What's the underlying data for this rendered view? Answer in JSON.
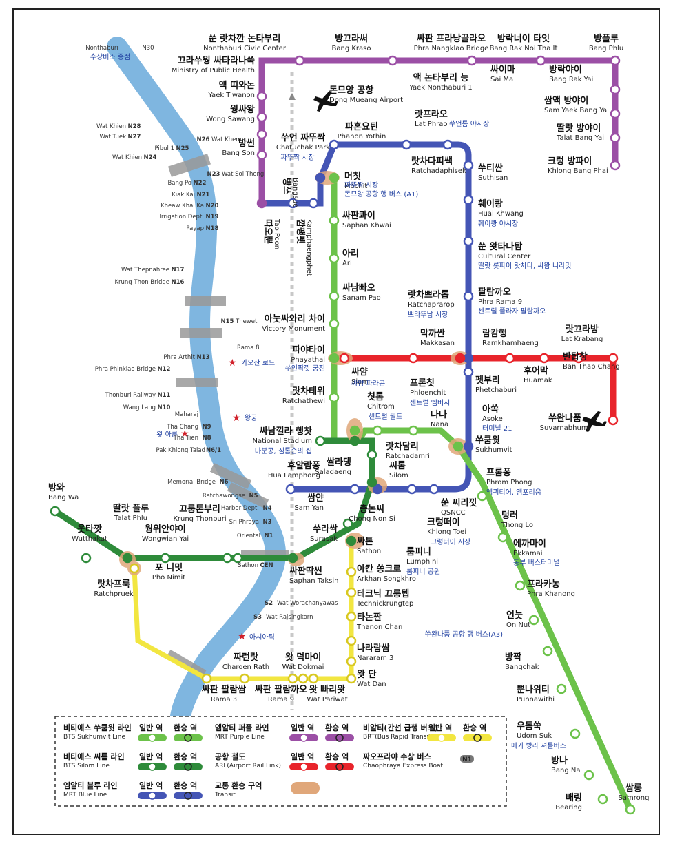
{
  "lines": {
    "purple": {
      "name_ko": "엠알티 퍼플 라인",
      "name_en": "MRT Purple Line",
      "color": "#9b4fa5"
    },
    "sukhumvit": {
      "name_ko": "비티에스 쑤쿰윗 라인",
      "name_en": "BTS Sukhumvit Line",
      "color": "#6cc24a"
    },
    "silom": {
      "name_ko": "비티에스 씨롬 라인",
      "name_en": "BTS Silom Line",
      "color": "#2e8b3a"
    },
    "blue": {
      "name_ko": "엠알티 블루 라인",
      "name_en": "MRT Blue Line",
      "color": "#4455b5"
    },
    "arl": {
      "name_ko": "공항 철도",
      "name_en": "ARL(Airport Rail Link)",
      "color": "#e8242b"
    },
    "brt": {
      "name_ko": "비알티(간선 급행 버스)",
      "name_en": "BRT(Bus Rapid Transit)",
      "color": "#f2e640"
    },
    "boat": {
      "name_ko": "짜오프라야 수상 버스",
      "name_en": "Chaophraya Express Boat",
      "color": "#7fb6e0"
    },
    "transit": {
      "name_ko": "교통 환승 구역",
      "name_en": "Transit",
      "color": "#e0a77a"
    }
  },
  "stations": {
    "nonthaburi_civic": {
      "ko": "쑨 랏차깐 논타부리",
      "en": "Nonthaburi Civic Center"
    },
    "bang_kraso": {
      "ko": "방끄라써",
      "en": "Bang Kraso"
    },
    "phra_nangklao": {
      "ko": "싸판 프라낭끌라오",
      "en": "Phra Nangklao Bridge"
    },
    "bang_rak_noi": {
      "ko": "방락너이 타잇",
      "en": "Bang Rak Noi Tha It"
    },
    "bang_phlu": {
      "ko": "방플루",
      "en": "Bang Phlu"
    },
    "ministry": {
      "ko": "끄라쑤웡 싸타라나쑥",
      "en": "Ministry of Public Health"
    },
    "yaek_nonthaburi": {
      "ko": "액 논타부리 능",
      "en": "Yaek Nonthaburi 1"
    },
    "sai_ma": {
      "ko": "싸이마",
      "en": "Sai Ma"
    },
    "bang_rak_yai": {
      "ko": "방락야이",
      "en": "Bang Rak Yai"
    },
    "yaek_tiwanon": {
      "ko": "액 띠와논",
      "en": "Yaek Tiwanon"
    },
    "wong_sawang": {
      "ko": "웡싸왕",
      "en": "Wong Sawang"
    },
    "bang_son": {
      "ko": "방썬",
      "en": "Bang Son"
    },
    "sam_yaek": {
      "ko": "쌈액 방야이",
      "en": "Sam Yaek Bang Yai"
    },
    "talat_bang_yai": {
      "ko": "딸랏 방야이",
      "en": "Talat Bang Yai"
    },
    "khlong_bang_phai": {
      "ko": "크렁 방파이",
      "en": "Khlong Bang Phai"
    },
    "tao_poon": {
      "ko": "따오뿐",
      "en": "Tao Poon"
    },
    "bang_sue": {
      "ko": "방쓰",
      "en": "Bangsue"
    },
    "kamphaengphet": {
      "ko": "깜팽펫",
      "en": "Kamphaengphet"
    },
    "chatuchak": {
      "ko": "쑤언 짜뚜짝",
      "en": "Chatuchak Park"
    },
    "chatuchak_note": "짜뚜짝 시장",
    "mochit": {
      "ko": "머칫",
      "en": "Mochit"
    },
    "mochit_note1": "짜뚜짝 시장",
    "mochit_note2": "돈므앙 공항 행 버스 (A1)",
    "phahon_yothin": {
      "ko": "파혼요틴",
      "en": "Phahon Yothin"
    },
    "lat_phrao": {
      "ko": "랏프라오",
      "en": "Lat Phrao"
    },
    "lat_phrao_note": "쑤언롬 야시장",
    "ratchadaphisek": {
      "ko": "랏차다피쌕",
      "en": "Ratchadaphisek"
    },
    "suthisan": {
      "ko": "쑤티싼",
      "en": "Suthisan"
    },
    "huai_khwang": {
      "ko": "훼이쾅",
      "en": "Huai Khwang"
    },
    "huai_khwang_note": "훼이쾅 야시장",
    "cultural_center": {
      "ko": "쑨 왓타나탐",
      "en": "Cultural Center"
    },
    "cultural_note": "딸랏 롯파이 랏차다, 싸왐 니라밋",
    "phra_ram9": {
      "ko": "팔람까오",
      "en": "Phra Rama 9"
    },
    "phra_ram9_note": "센트럴 플라자 팔람까오",
    "saphan_khwai": {
      "ko": "싸판콰이",
      "en": "Saphan Khwai"
    },
    "ari": {
      "ko": "아리",
      "en": "Ari"
    },
    "sanam_pao": {
      "ko": "싸남빠오",
      "en": "Sanam Pao"
    },
    "victory": {
      "ko": "아눗싸와리 차이",
      "en": "Victory Monument"
    },
    "phayathai": {
      "ko": "파야타이",
      "en": "Phayathai"
    },
    "phayathai_note": "쑤언팍깟 궁전",
    "ratchaprarop": {
      "ko": "랏차쁘라롭",
      "en": "Ratchaprarop"
    },
    "ratchaprarop_note": "쁘라뚜남 시장",
    "makkasan": {
      "ko": "막까싼",
      "en": "Makkasan"
    },
    "ramkhamhaeng": {
      "ko": "람캄행",
      "en": "Ramkhamhaeng"
    },
    "lat_krabang": {
      "ko": "랏끄라방",
      "en": "Lat Krabang"
    },
    "huamak": {
      "ko": "후어막",
      "en": "Huamak"
    },
    "ban_thap_chang": {
      "ko": "반탑창",
      "en": "Ban Thap Chang"
    },
    "suvarnabhumi": {
      "ko": "쑤완나품",
      "en": "Suvarnabhumi"
    },
    "ratchathewi": {
      "ko": "랏차테위",
      "en": "Ratchathewi"
    },
    "siam": {
      "ko": "싸얌",
      "en": "Siam"
    },
    "siam_note": "싸얌 파라곤",
    "chitrom": {
      "ko": "칫롬",
      "en": "Chitrom"
    },
    "chitrom_note": "센트럴 월드",
    "phloenchit": {
      "ko": "프론칫",
      "en": "Phloenchit"
    },
    "phloenchit_note": "센트럴 엠버시",
    "phetchaburi": {
      "ko": "펫부리",
      "en": "Phetchaburi"
    },
    "nana": {
      "ko": "나나",
      "en": "Nana"
    },
    "asoke": {
      "ko": "아쏙",
      "en": "Asoke"
    },
    "asoke_note": "터미널 21",
    "sukhumvit": {
      "ko": "쑤쿰윗",
      "en": "Sukhumvit"
    },
    "national_stadium": {
      "ko": "싸남낄라 행찻",
      "en": "National Stadium"
    },
    "national_note": "마분콩, 짐톰슨의 집",
    "ratchadamri": {
      "ko": "랏차담리",
      "en": "Ratchadamri"
    },
    "hua_lamphong": {
      "ko": "후알람퐁",
      "en": "Hua Lamphong"
    },
    "saladaeng": {
      "ko": "쌀라댕",
      "en": "Saladaeng"
    },
    "silom": {
      "ko": "씨롬",
      "en": "Silom"
    },
    "sam_yan": {
      "ko": "쌈얀",
      "en": "Sam Yan"
    },
    "chong_nonsi": {
      "ko": "총논씨",
      "en": "Chong Non Si"
    },
    "surasak": {
      "ko": "쑤라싹",
      "en": "Surasak"
    },
    "sathon": {
      "ko": "싸톤",
      "en": "Sathon"
    },
    "saphan_taksin": {
      "ko": "싸판딱씬",
      "en": "Saphan Taksin"
    },
    "qsncc": {
      "ko": "쑨 씨리낏",
      "en": "QSNCC"
    },
    "khlong_toei": {
      "ko": "크렁떠이",
      "en": "Khlong Toei"
    },
    "khlong_toei_note": "크렁터이 시장",
    "lumphini": {
      "ko": "룸피니",
      "en": "Lumphini"
    },
    "lumphini_note": "룸피니 공원",
    "phrom_phong": {
      "ko": "프롬퐁",
      "en": "Phrom Phong"
    },
    "phrom_phong_note": "엠쿼티어, 엠포리움",
    "thong_lo": {
      "ko": "텅러",
      "en": "Thong Lo"
    },
    "ekkamai": {
      "ko": "에까마이",
      "en": "Ekkamai"
    },
    "ekkamai_note": "동부 버스터미널",
    "phra_khanong": {
      "ko": "프라카농",
      "en": "Phra Khanong"
    },
    "on_nut": {
      "ko": "언눗",
      "en": "On Nut"
    },
    "on_nut_note": "쑤완나품 공항 행 버스(A3)",
    "bangchak": {
      "ko": "방짝",
      "en": "Bangchak"
    },
    "punnawithi": {
      "ko": "뿐나위티",
      "en": "Punnawithi"
    },
    "udom_suk": {
      "ko": "우돔쑥",
      "en": "Udom Suk"
    },
    "udom_suk_note": "메가 방라 셔틀버스",
    "bang_na": {
      "ko": "방나",
      "en": "Bang Na"
    },
    "bearing": {
      "ko": "배링",
      "en": "Bearing"
    },
    "samrong": {
      "ko": "쌈롱",
      "en": "Samrong"
    },
    "bang_wa": {
      "ko": "방와",
      "en": "Bang Wa"
    },
    "talat_phlu": {
      "ko": "딸랏 플루",
      "en": "Talat Phlu"
    },
    "wutthakat": {
      "ko": "웃타깟",
      "en": "Wutthakat"
    },
    "wongwian_yai": {
      "ko": "웡위안야이",
      "en": "Wongwian Yai"
    },
    "krung_thonburi": {
      "ko": "끄룽톤부리",
      "en": "Krung Thonburi"
    },
    "pho_nimit": {
      "ko": "포 니밋",
      "en": "Pho Nimit"
    },
    "ratchapruek": {
      "ko": "랏차프룩",
      "en": "Ratchpruek"
    },
    "akhan_songkhro": {
      "ko": "아칸 쏭크로",
      "en": "Arkhan Songkhro"
    },
    "technic": {
      "ko": "테크닉 끄룽텝",
      "en": "Technickrungtep"
    },
    "thanon_chan": {
      "ko": "타논짠",
      "en": "Thanon Chan"
    },
    "nararam3": {
      "ko": "나라람쌈",
      "en": "Nararam 3"
    },
    "wat_dan": {
      "ko": "왓 단",
      "en": "Wat Dan"
    },
    "charoen_rat": {
      "ko": "짜런랏",
      "en": "Charoen Rath"
    },
    "wat_dokmai": {
      "ko": "왓 덕마이",
      "en": "Wat Dokmai"
    },
    "rama3": {
      "ko": "싸판 팔람쌈",
      "en": "Rama 3"
    },
    "rama9": {
      "ko": "싸판 팔람까오",
      "en": "Rama 9"
    },
    "wat_pariwat": {
      "ko": "왓 빠리왓",
      "en": "Wat Pariwat"
    }
  },
  "airport": {
    "ko": "돈므앙 공항",
    "en": "Dong Mueang Airport"
  },
  "pier": {
    "nonthaburi": {
      "en": "Nonthaburi",
      "ko": "수상버스 종점",
      "code": "N30"
    },
    "list": [
      {
        "name": "Wat Khien",
        "code": "N28"
      },
      {
        "name": "Wat Tuek",
        "code": "N27"
      },
      {
        "name": "Wat Khema",
        "code": "N26"
      },
      {
        "name": "Pibul 1",
        "code": "N25"
      },
      {
        "name": "Wat Khien",
        "code": "N24"
      },
      {
        "name": "Wat Soi Thong",
        "code": "N23"
      },
      {
        "name": "Bang Po",
        "code": "N22"
      },
      {
        "name": "Kiak Kai",
        "code": "N21"
      },
      {
        "name": "Kheaw Khai Ka",
        "code": "N20"
      },
      {
        "name": "Irrigation Dept.",
        "code": "N19"
      },
      {
        "name": "Payap",
        "code": "N18"
      },
      {
        "name": "Wat Thepnahree",
        "code": "N17"
      },
      {
        "name": "Krung Thon Bridge",
        "code": "N16"
      },
      {
        "name": "Thewet",
        "code": "N15"
      },
      {
        "name": "Rama 8",
        "code": ""
      },
      {
        "name": "Phra Arthit",
        "code": "N13"
      },
      {
        "name": "Phra Phinklao Bridge",
        "code": "N12"
      },
      {
        "name": "Thonburi Railway",
        "code": "N11"
      },
      {
        "name": "Wang Lang",
        "code": "N10"
      },
      {
        "name": "Maharaj",
        "code": ""
      },
      {
        "name": "Tha Chang",
        "code": "N9"
      },
      {
        "name": "Tha Tien",
        "code": "N8"
      },
      {
        "name": "Pak Khlong Talad",
        "code": "N6/1"
      },
      {
        "name": "Memorial Bridge",
        "code": "N6"
      },
      {
        "name": "Ratchawongse",
        "code": "N5"
      },
      {
        "name": "Harbor Dept.",
        "code": "N4"
      },
      {
        "name": "Sri Phraya",
        "code": "N3"
      },
      {
        "name": "Oriental",
        "code": "N1"
      },
      {
        "name": "Sathon",
        "code": "CEN"
      },
      {
        "name": "Wat Worachanyawas",
        "code": "S2"
      },
      {
        "name": "Wat Rajsingkorn",
        "code": "S3"
      }
    ]
  },
  "landmarks": {
    "khaosan": "카오산 로드",
    "wang": "왕궁",
    "wat_arun": "왓 아룬",
    "asiatique": "아시아틱"
  },
  "legend": {
    "normal": "일반 역",
    "transfer": "환승 역",
    "boat_code": "N1"
  }
}
